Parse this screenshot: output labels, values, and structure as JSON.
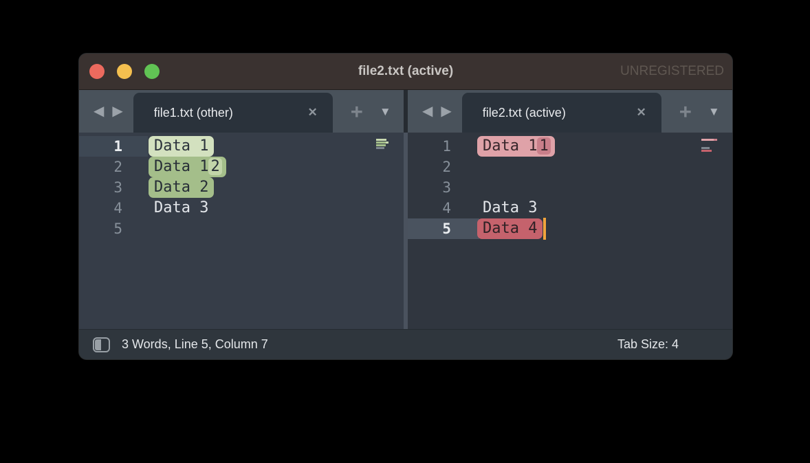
{
  "window": {
    "title": "file2.txt (active)",
    "license_badge": "UNREGISTERED"
  },
  "glyphs": {
    "back": "◀",
    "forward": "▶",
    "close_tab": "✕",
    "new_tab": "+",
    "tab_overflow": "▼"
  },
  "panes": [
    {
      "name": "left-group",
      "tab_label": "file1.txt (other)",
      "active_line": "1",
      "lines": [
        {
          "number": "1",
          "diff": "added-light",
          "segments": [
            {
              "text": "Data 1"
            }
          ]
        },
        {
          "number": "2",
          "diff": "added",
          "segments": [
            {
              "text": "Data 1"
            },
            {
              "text": "2",
              "char_diff": "added"
            }
          ]
        },
        {
          "number": "3",
          "diff": "added",
          "segments": [
            {
              "text": "Data 2"
            }
          ]
        },
        {
          "number": "4",
          "diff": "none",
          "segments": [
            {
              "text": "Data 3"
            }
          ]
        },
        {
          "number": "5",
          "diff": "none",
          "segments": []
        }
      ]
    },
    {
      "name": "right-group",
      "tab_label": "file2.txt (active)",
      "active_line": "5",
      "lines": [
        {
          "number": "1",
          "diff": "removed-light",
          "segments": [
            {
              "text": "Data 1"
            },
            {
              "text": "1",
              "char_diff": "removed"
            }
          ]
        },
        {
          "number": "2",
          "diff": "none",
          "segments": []
        },
        {
          "number": "3",
          "diff": "none",
          "segments": []
        },
        {
          "number": "4",
          "diff": "none",
          "segments": [
            {
              "text": "Data 3"
            }
          ]
        },
        {
          "number": "5",
          "diff": "removed",
          "segments": [
            {
              "text": "Data 4"
            }
          ],
          "caret_after": true
        }
      ]
    }
  ],
  "status_bar": {
    "left_text": "3 Words, Line 5, Column 7",
    "right_text": "Tab Size: 4"
  },
  "colors": {
    "titlebar_bg": "#3a3230",
    "tabstrip_bg": "#49525b",
    "tab_bg": "#2a323b",
    "editor_bg_left": "#363d48",
    "editor_bg_right": "#30363f",
    "statusbar_bg": "#2f363d",
    "added_line": "#a4be8a",
    "added_line_light": "#d3e1bf",
    "added_char_chip": "#c2d5a9",
    "removed_line": "#c5626c",
    "removed_line_light": "#dfa2a8",
    "removed_char_chip": "#c97f8a",
    "caret": "#f0a43c",
    "traffic_red": "#ec6a5e",
    "traffic_yellow": "#f4bf4f",
    "traffic_green": "#61c354"
  }
}
